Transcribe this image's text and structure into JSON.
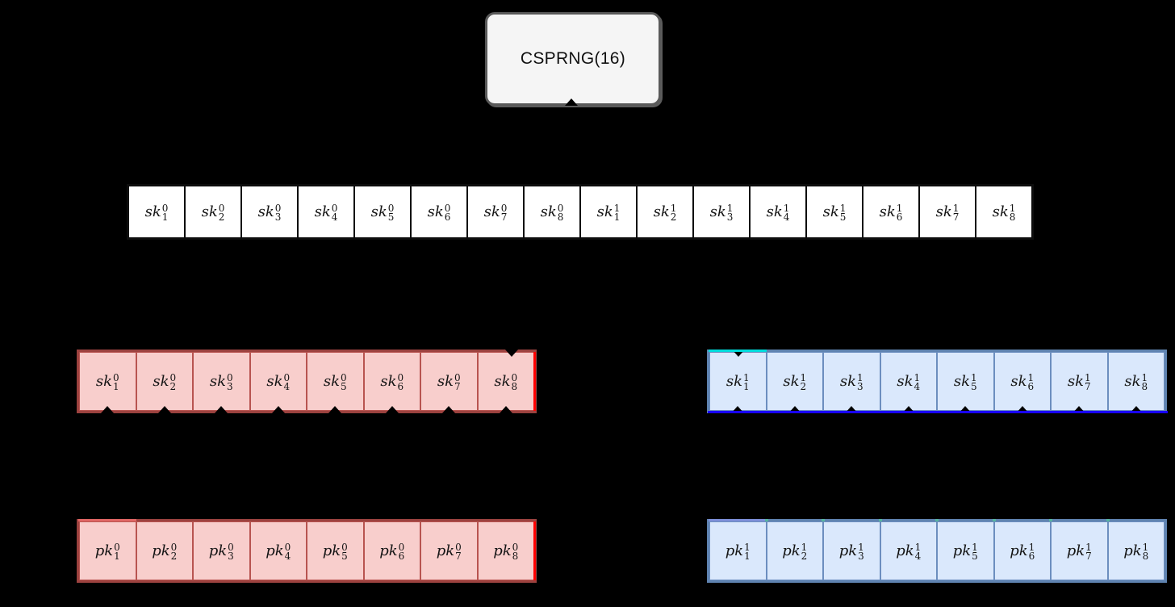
{
  "canvas": {
    "background": "#000000"
  },
  "csprng": {
    "label": "CSPRNG(16)",
    "fill": "#f5f5f5",
    "border_color": "#595959"
  },
  "colors": {
    "seed_fill": "#ffffff",
    "seed_border": "#0d0d0d",
    "red_fill": "#f8cecc",
    "red_border": "#b85450",
    "red_outer": "#9c423f",
    "red_accent": "#ff0000",
    "red_top_highlight": "#e06664",
    "blue_fill": "#dae8fc",
    "blue_border": "#6c8ebf",
    "blue_outer": "#5f83b0",
    "cyan_accent": "#00dcdc",
    "blue_accent": "#1803fc",
    "blue_top_highlight": "#7d8fd8",
    "teal_dot": "#57b6a0",
    "arrow_color": "#000000"
  },
  "seed_row": {
    "cells": [
      {
        "base": "sk",
        "sup": "0",
        "sub": "1"
      },
      {
        "base": "sk",
        "sup": "0",
        "sub": "2"
      },
      {
        "base": "sk",
        "sup": "0",
        "sub": "3"
      },
      {
        "base": "sk",
        "sup": "0",
        "sub": "4"
      },
      {
        "base": "sk",
        "sup": "0",
        "sub": "5"
      },
      {
        "base": "sk",
        "sup": "0",
        "sub": "6"
      },
      {
        "base": "sk",
        "sup": "0",
        "sub": "7"
      },
      {
        "base": "sk",
        "sup": "0",
        "sub": "8"
      },
      {
        "base": "sk",
        "sup": "1",
        "sub": "1"
      },
      {
        "base": "sk",
        "sup": "1",
        "sub": "2"
      },
      {
        "base": "sk",
        "sup": "1",
        "sub": "3"
      },
      {
        "base": "sk",
        "sup": "1",
        "sub": "4"
      },
      {
        "base": "sk",
        "sup": "1",
        "sub": "5"
      },
      {
        "base": "sk",
        "sup": "1",
        "sub": "6"
      },
      {
        "base": "sk",
        "sup": "1",
        "sub": "7"
      },
      {
        "base": "sk",
        "sup": "1",
        "sub": "8"
      }
    ]
  },
  "sk0_row": {
    "cells": [
      {
        "base": "sk",
        "sup": "0",
        "sub": "1"
      },
      {
        "base": "sk",
        "sup": "0",
        "sub": "2"
      },
      {
        "base": "sk",
        "sup": "0",
        "sub": "3"
      },
      {
        "base": "sk",
        "sup": "0",
        "sub": "4"
      },
      {
        "base": "sk",
        "sup": "0",
        "sub": "5"
      },
      {
        "base": "sk",
        "sup": "0",
        "sub": "6"
      },
      {
        "base": "sk",
        "sup": "0",
        "sub": "7"
      },
      {
        "base": "sk",
        "sup": "0",
        "sub": "8"
      }
    ]
  },
  "sk1_row": {
    "cells": [
      {
        "base": "sk",
        "sup": "1",
        "sub": "1"
      },
      {
        "base": "sk",
        "sup": "1",
        "sub": "2"
      },
      {
        "base": "sk",
        "sup": "1",
        "sub": "3"
      },
      {
        "base": "sk",
        "sup": "1",
        "sub": "4"
      },
      {
        "base": "sk",
        "sup": "1",
        "sub": "5"
      },
      {
        "base": "sk",
        "sup": "1",
        "sub": "6"
      },
      {
        "base": "sk",
        "sup": "1",
        "sub": "7"
      },
      {
        "base": "sk",
        "sup": "1",
        "sub": "8"
      }
    ]
  },
  "pk0_row": {
    "cells": [
      {
        "base": "pk",
        "sup": "0",
        "sub": "1"
      },
      {
        "base": "pk",
        "sup": "0",
        "sub": "2"
      },
      {
        "base": "pk",
        "sup": "0",
        "sub": "3"
      },
      {
        "base": "pk",
        "sup": "0",
        "sub": "4"
      },
      {
        "base": "pk",
        "sup": "0",
        "sub": "5"
      },
      {
        "base": "pk",
        "sup": "0",
        "sub": "6"
      },
      {
        "base": "pk",
        "sup": "0",
        "sub": "7"
      },
      {
        "base": "pk",
        "sup": "0",
        "sub": "8"
      }
    ]
  },
  "pk1_row": {
    "cells": [
      {
        "base": "pk",
        "sup": "1",
        "sub": "1"
      },
      {
        "base": "pk",
        "sup": "1",
        "sub": "2"
      },
      {
        "base": "pk",
        "sup": "1",
        "sub": "3"
      },
      {
        "base": "pk",
        "sup": "1",
        "sub": "4"
      },
      {
        "base": "pk",
        "sup": "1",
        "sub": "5"
      },
      {
        "base": "pk",
        "sup": "1",
        "sub": "6"
      },
      {
        "base": "pk",
        "sup": "1",
        "sub": "7"
      },
      {
        "base": "pk",
        "sup": "1",
        "sub": "8"
      }
    ]
  }
}
